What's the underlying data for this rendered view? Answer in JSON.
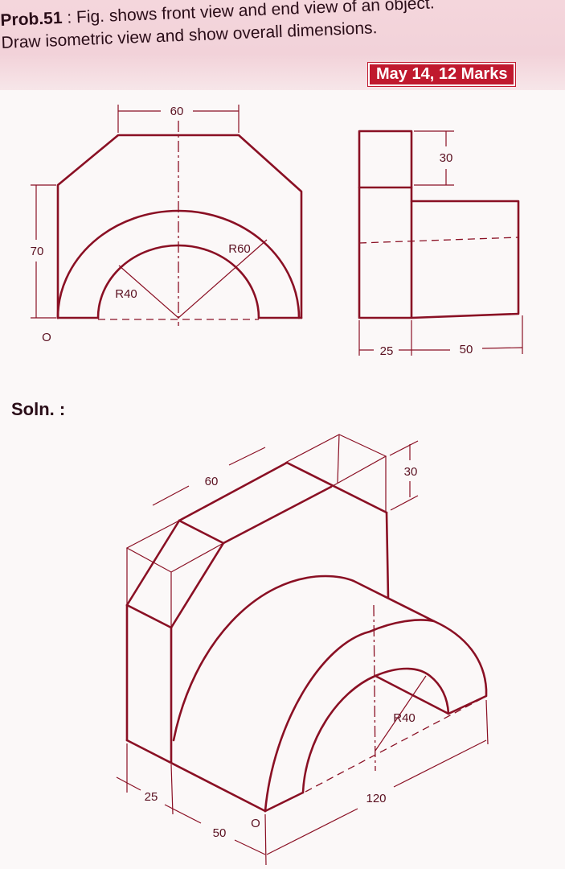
{
  "problem": {
    "number": "Prob.51",
    "separator": " : ",
    "line1": "Fig. shows front view and end view of an object.",
    "line2": "Draw isometric view and show overall dimensions.",
    "badge": "May 14, 12 Marks"
  },
  "solution_label": "Soln. :",
  "front_view": {
    "dim_width": "60",
    "dim_height": "70",
    "outer_radius": "R60",
    "inner_radius": "R40",
    "origin": "O"
  },
  "end_view": {
    "dim_top": "30",
    "dim_left": "25",
    "dim_right": "50"
  },
  "isometric": {
    "dim_top": "60",
    "dim_height": "30",
    "inner_radius": "R40",
    "dim_25": "25",
    "dim_50": "50",
    "dim_120": "120",
    "origin": "O"
  },
  "colors": {
    "ink": "#8a1024",
    "badge": "#c0192e",
    "header_band": "#f4d6dc"
  }
}
